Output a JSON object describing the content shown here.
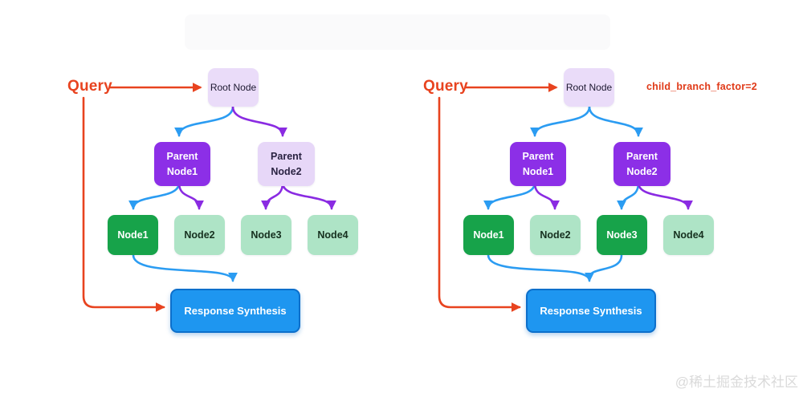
{
  "watermark": "@稀土掘金技术社区",
  "colors": {
    "accent_red": "#E8431F",
    "arrow_blue": "#2B9CF2",
    "arrow_purple": "#8A2BE2",
    "node_purple": "#8C2FE7",
    "node_lavender": "#EADCF9",
    "node_green_dark": "#17A34A",
    "node_green_light": "#AEE4C6",
    "synthesis_blue": "#1E96F0"
  },
  "left_diagram": {
    "query_label": "Query",
    "root_label": "Root Node",
    "parents": [
      {
        "label": "Parent Node1",
        "highlighted": true
      },
      {
        "label": "Parent Node2",
        "highlighted": false
      }
    ],
    "nodes": [
      {
        "label": "Node1",
        "highlighted": true
      },
      {
        "label": "Node2",
        "highlighted": false
      },
      {
        "label": "Node3",
        "highlighted": false
      },
      {
        "label": "Node4",
        "highlighted": false
      }
    ],
    "synthesis_label": "Response Synthesis"
  },
  "right_diagram": {
    "query_label": "Query",
    "annotation": "child_branch_factor=2",
    "root_label": "Root Node",
    "parents": [
      {
        "label": "Parent Node1",
        "highlighted": true
      },
      {
        "label": "Parent Node2",
        "highlighted": true
      }
    ],
    "nodes": [
      {
        "label": "Node1",
        "highlighted": true
      },
      {
        "label": "Node2",
        "highlighted": false
      },
      {
        "label": "Node3",
        "highlighted": true
      },
      {
        "label": "Node4",
        "highlighted": false
      }
    ],
    "synthesis_label": "Response Synthesis"
  }
}
